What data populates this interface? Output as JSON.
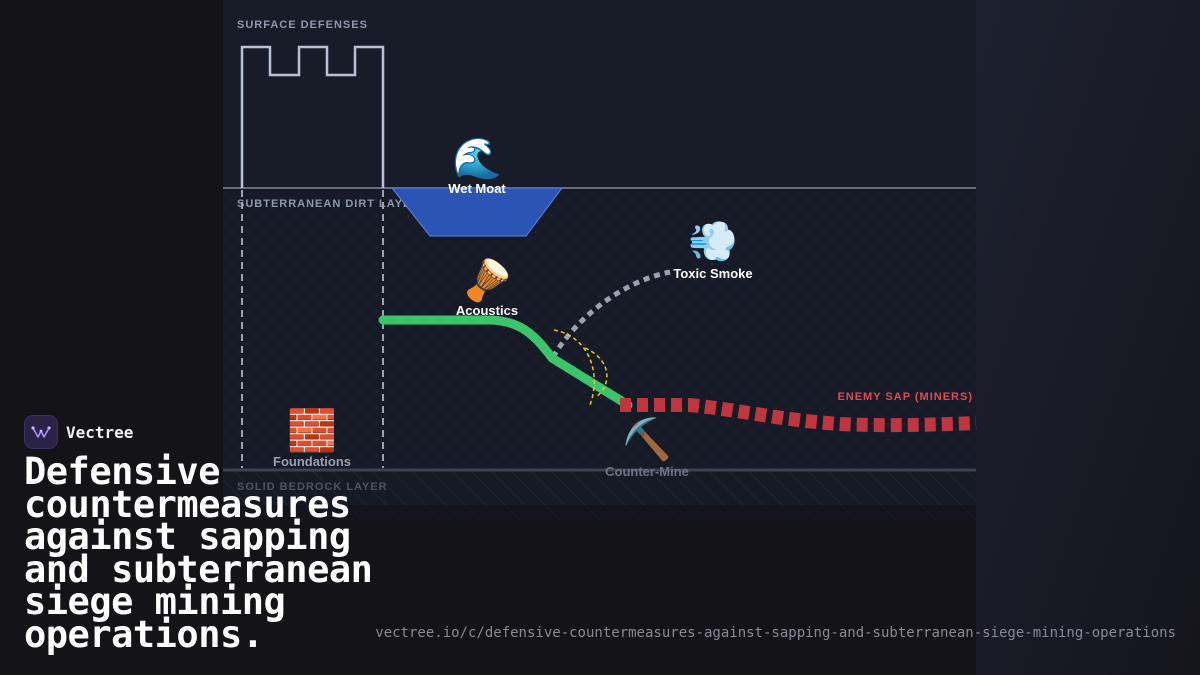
{
  "brand": {
    "name": "Vectree"
  },
  "headline": "Defensive countermeasures against sapping and subterranean siege mining operations.",
  "url": "vectree.io/c/defensive-countermeasures-against-sapping-and-subterranean-siege-mining-operations",
  "diagram": {
    "layers": {
      "surface": "SURFACE DEFENSES",
      "dirt": "SUBTERRANEAN DIRT LAYER",
      "bedrock": "SOLID BEDROCK LAYER"
    },
    "labels": {
      "moat": "Wet Moat",
      "smoke": "Toxic Smoke",
      "acoustics": "Acoustics",
      "foundations": "Foundations",
      "counter_mine": "Counter-Mine",
      "enemy_sap": "ENEMY SAP (MINERS)"
    },
    "icons": {
      "moat": "🌊",
      "smoke": "💨",
      "acoustics": "🪘",
      "foundations": "🧱",
      "counter_mine": "⛏️"
    },
    "colors": {
      "counter_tunnel": "#3cc46a",
      "enemy_sap": "#c0363e",
      "smoke_path": "#9aa3b2",
      "moat": "#2b54b4",
      "acoustic_waves": "#f0c419",
      "castle_outline": "#b8c2d4"
    }
  }
}
